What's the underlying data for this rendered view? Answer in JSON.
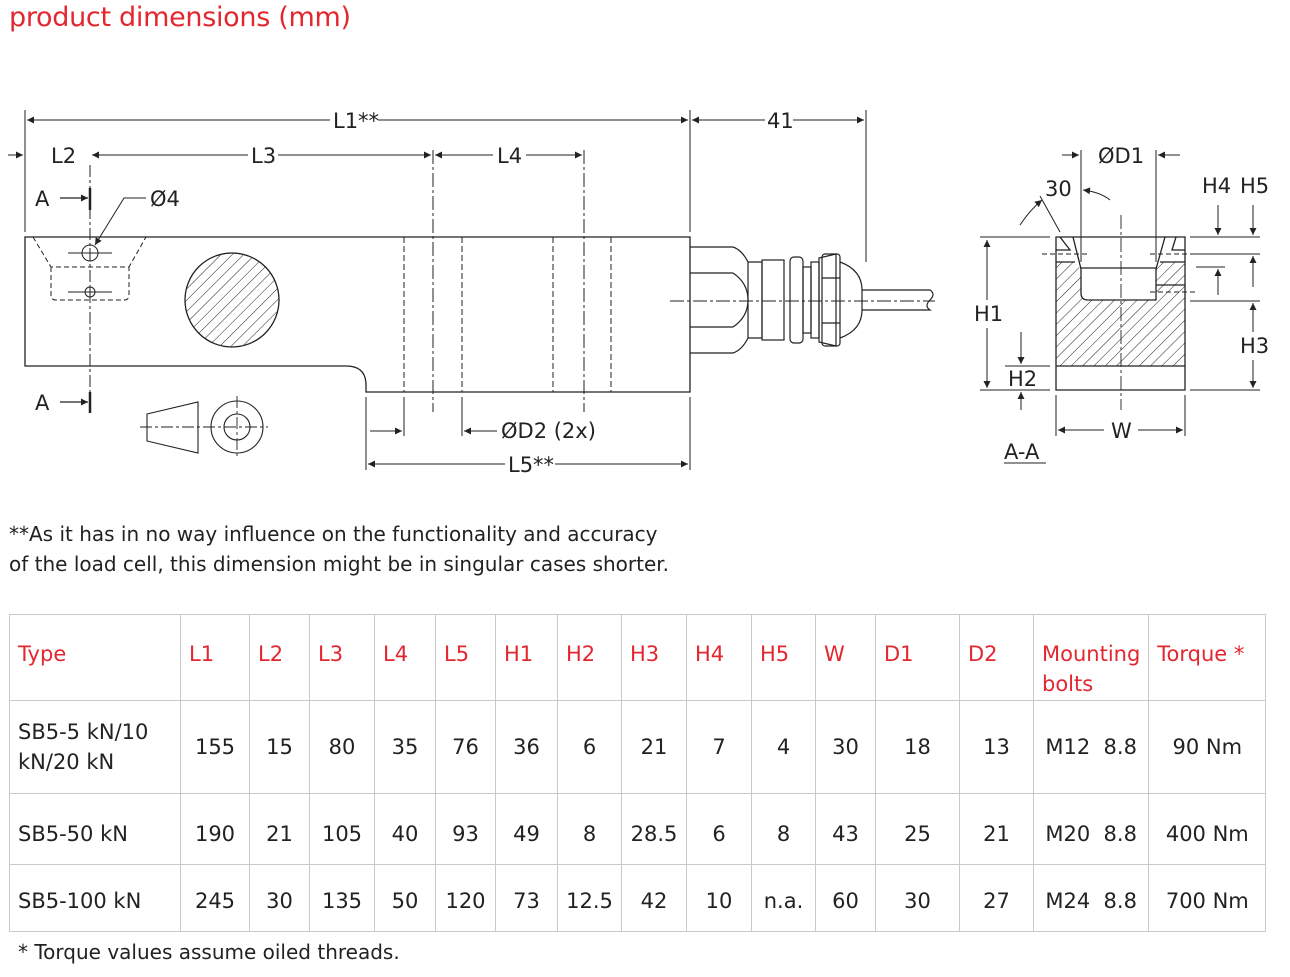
{
  "title": "product dimensions (mm)",
  "drawing": {
    "labels": {
      "L1": "L1**",
      "L2": "L2",
      "L3": "L3",
      "L4": "L4",
      "L5": "L5**",
      "cable": "41",
      "section_marker": "A",
      "hole": "Ø4",
      "D2": "ØD2 (2x)",
      "D1": "ØD1",
      "angle": "30",
      "H1": "H1",
      "H2": "H2",
      "H3": "H3",
      "H4": "H4",
      "H5": "H5",
      "W": "W",
      "section_title": "A-A"
    }
  },
  "note": {
    "line1": "**As it has in no way influence on the functionality and accuracy",
    "line2": "of the load cell, this dimension might be in singular cases shorter."
  },
  "table": {
    "headers": [
      "Type",
      "L1",
      "L2",
      "L3",
      "L4",
      "L5",
      "H1",
      "H2",
      "H3",
      "H4",
      "H5",
      "W",
      "D1",
      "D2",
      "Mounting bolts",
      "Torque *"
    ],
    "rows": [
      [
        "SB5-5 kN/10 kN/20 kN",
        "155",
        "15",
        "80",
        "35",
        "76",
        "36",
        "6",
        "21",
        "7",
        "4",
        "30",
        "18",
        "13",
        "M12  8.8",
        "90 Nm"
      ],
      [
        "SB5-50 kN",
        "190",
        "21",
        "105",
        "40",
        "93",
        "49",
        "8",
        "28.5",
        "6",
        "8",
        "43",
        "25",
        "21",
        "M20  8.8",
        "400 Nm"
      ],
      [
        "SB5-100 kN",
        "245",
        "30",
        "135",
        "50",
        "120",
        "73",
        "12.5",
        "42",
        "10",
        "n.a.",
        "60",
        "30",
        "27",
        "M24  8.8",
        "700 Nm"
      ]
    ]
  },
  "footnote": "*  Torque values assume oiled threads.",
  "colors": {
    "accent": "#e3262f",
    "text": "#222222",
    "grid": "#c9c9c9"
  }
}
